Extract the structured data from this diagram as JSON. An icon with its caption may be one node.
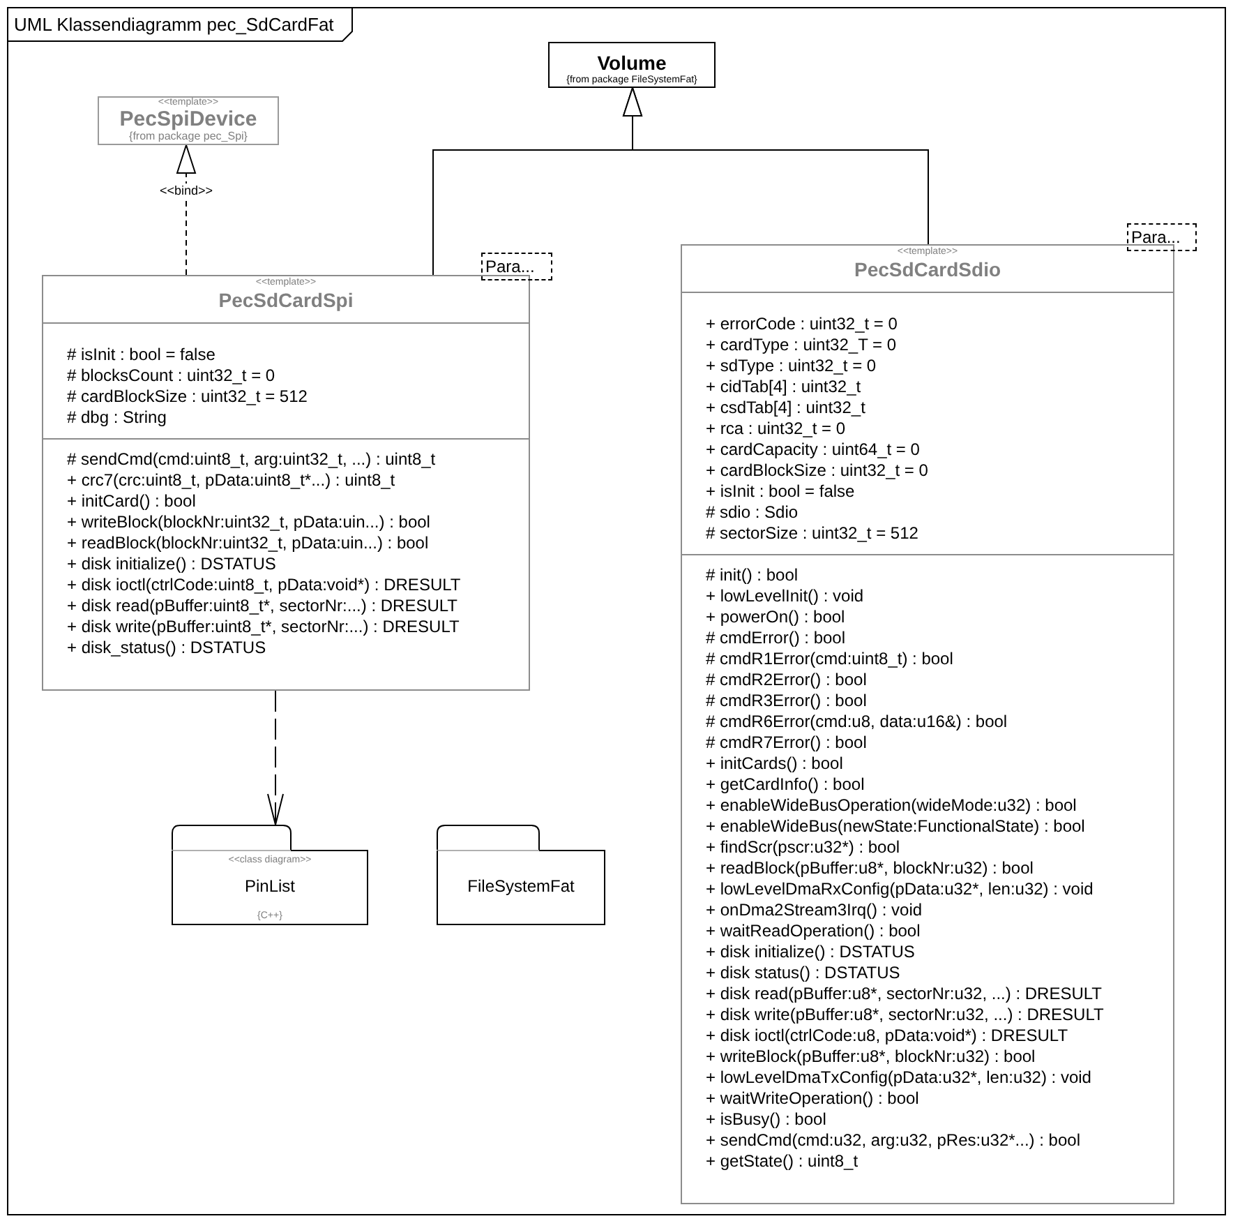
{
  "diagram": {
    "nodes": [
      {
        "text": [
          "UML Klassendiagramm pec_SdCardFat"
        ]
      },
      {
        "text": [
          "Volume",
          "{from package FileSystemFat}"
        ],
        "in": 0
      },
      {
        "text": [
          "<<template>>",
          "PecSpiDevice",
          "{from package pec_Spi}"
        ],
        "in": 0
      },
      {
        "text": [
          "<<template>>",
          "PecSdCardSpi",
          "# isInit : bool = false",
          "# blocksCount : uint32_t = 0",
          "# cardBlockSize : uint32_t = 512",
          "# dbg : String",
          "# sendCmd(cmd:uint8_t, arg:uint32_t, ...) : uint8_t",
          "+ crc7(crc:uint8_t, pData:uint8_t*...) : uint8_t",
          "+ initCard() : bool",
          "+ writeBlock(blockNr:uint32_t, pData:uin...) : bool",
          "+ readBlock(blockNr:uint32_t, pData:uin...) : bool",
          "+ disk initialize() : DSTATUS",
          "+ disk ioctl(ctrlCode:uint8_t, pData:void*) : DRESULT",
          "+ disk read(pBuffer:uint8_t*, sectorNr:...) : DRESULT",
          "+ disk write(pBuffer:uint8_t*, sectorNr:...) : DRESULT",
          "+ disk_status() : DSTATUS"
        ],
        "in": 0
      },
      {
        "text": [
          "Para..."
        ],
        "in": 0
      },
      {
        "text": [
          "<<template>>",
          "PecSdCardSdio",
          "+ errorCode : uint32_t = 0",
          "+ cardType : uint32_T = 0",
          "+ sdType : uint32_t = 0",
          "+ cidTab[4] : uint32_t",
          "+ csdTab[4] : uint32_t",
          "+ rca : uint32_t = 0",
          "+ cardCapacity : uint64_t = 0",
          "+ cardBlockSize : uint32_t = 0",
          "+ isInit : bool = false",
          "# sdio : Sdio",
          "# sectorSize : uint32_t = 512",
          "# init() : bool",
          "+ lowLevelInit() : void",
          "+ powerOn() : bool",
          "# cmdError() : bool",
          "# cmdR1Error(cmd:uint8_t) : bool",
          "# cmdR2Error() : bool",
          "# cmdR3Error() : bool",
          "# cmdR6Error(cmd:u8, data:u16&) : bool",
          "# cmdR7Error() : bool",
          "+ initCards() : bool",
          "+ getCardInfo() : bool",
          "+ enableWideBusOperation(wideMode:u32) : bool",
          "+ enableWideBus(newState:FunctionalState) : bool",
          "+ findScr(pscr:u32*) : bool",
          "+ readBlock(pBuffer:u8*, blockNr:u32) : bool",
          "+ lowLevelDmaRxConfig(pData:u32*, len:u32) : void",
          "+ onDma2Stream3Irq() : void",
          "+ waitReadOperation() : bool",
          "+ disk initialize() : DSTATUS",
          "+ disk status() : DSTATUS",
          "+ disk read(pBuffer:u8*, sectorNr:u32, ...) : DRESULT",
          "+ disk write(pBuffer:u8*, sectorNr:u32, ...) : DRESULT",
          "+ disk ioctl(ctrlCode:u8, pData:void*) : DRESULT",
          "+ writeBlock(pBuffer:u8*, blockNr:u32) : bool",
          "+ lowLevelDmaTxConfig(pData:u32*, len:u32) : void",
          "+ waitWriteOperation() : bool",
          "+ isBusy() : bool",
          "+ sendCmd(cmd:u32, arg:u32, pRes:u32*...) : bool",
          "+ getState() : uint8_t"
        ],
        "in": 0
      },
      {
        "text": [
          "Para..."
        ],
        "in": 0
      },
      {
        "text": [
          "<<class diagram>>",
          "PinList",
          "{C++}"
        ],
        "in": 0
      },
      {
        "text": [
          "FileSystemFat"
        ],
        "in": 0
      }
    ],
    "edges": [
      {
        "from": 3,
        "to": 2,
        "arrow": "to",
        "label": "<<bind>>",
        "style": "dashed"
      },
      {
        "from": 3,
        "to": 1,
        "arrow": "to"
      },
      {
        "from": 5,
        "to": 1,
        "arrow": "to"
      },
      {
        "from": 3,
        "to": 7,
        "arrow": "to",
        "style": "dashed"
      }
    ]
  }
}
